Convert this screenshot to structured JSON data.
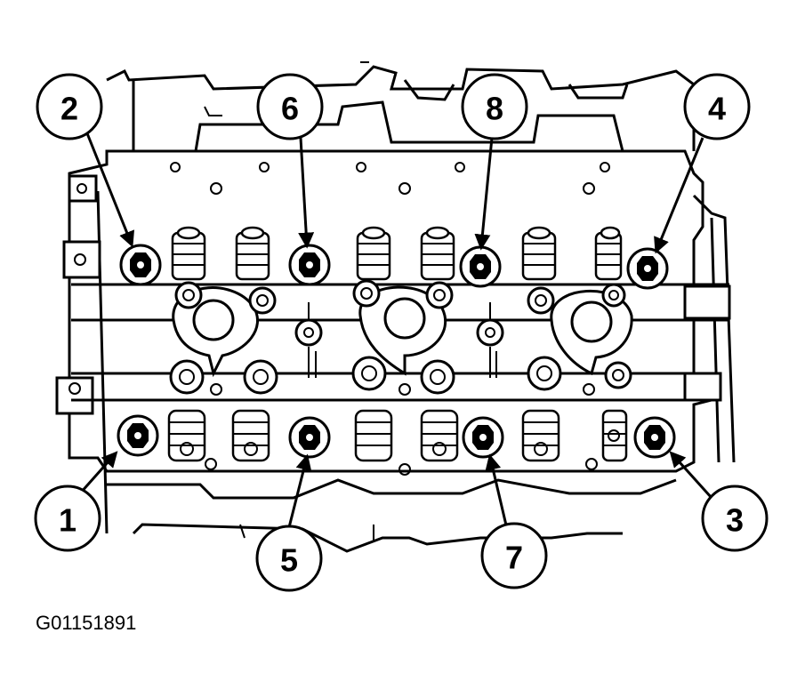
{
  "figure_id": "G01151891",
  "callouts": [
    {
      "label": "1",
      "target": "bolt-1"
    },
    {
      "label": "2",
      "target": "bolt-2"
    },
    {
      "label": "3",
      "target": "bolt-3"
    },
    {
      "label": "4",
      "target": "bolt-4"
    },
    {
      "label": "5",
      "target": "bolt-5"
    },
    {
      "label": "6",
      "target": "bolt-6"
    },
    {
      "label": "7",
      "target": "bolt-7"
    },
    {
      "label": "8",
      "target": "bolt-8"
    }
  ]
}
